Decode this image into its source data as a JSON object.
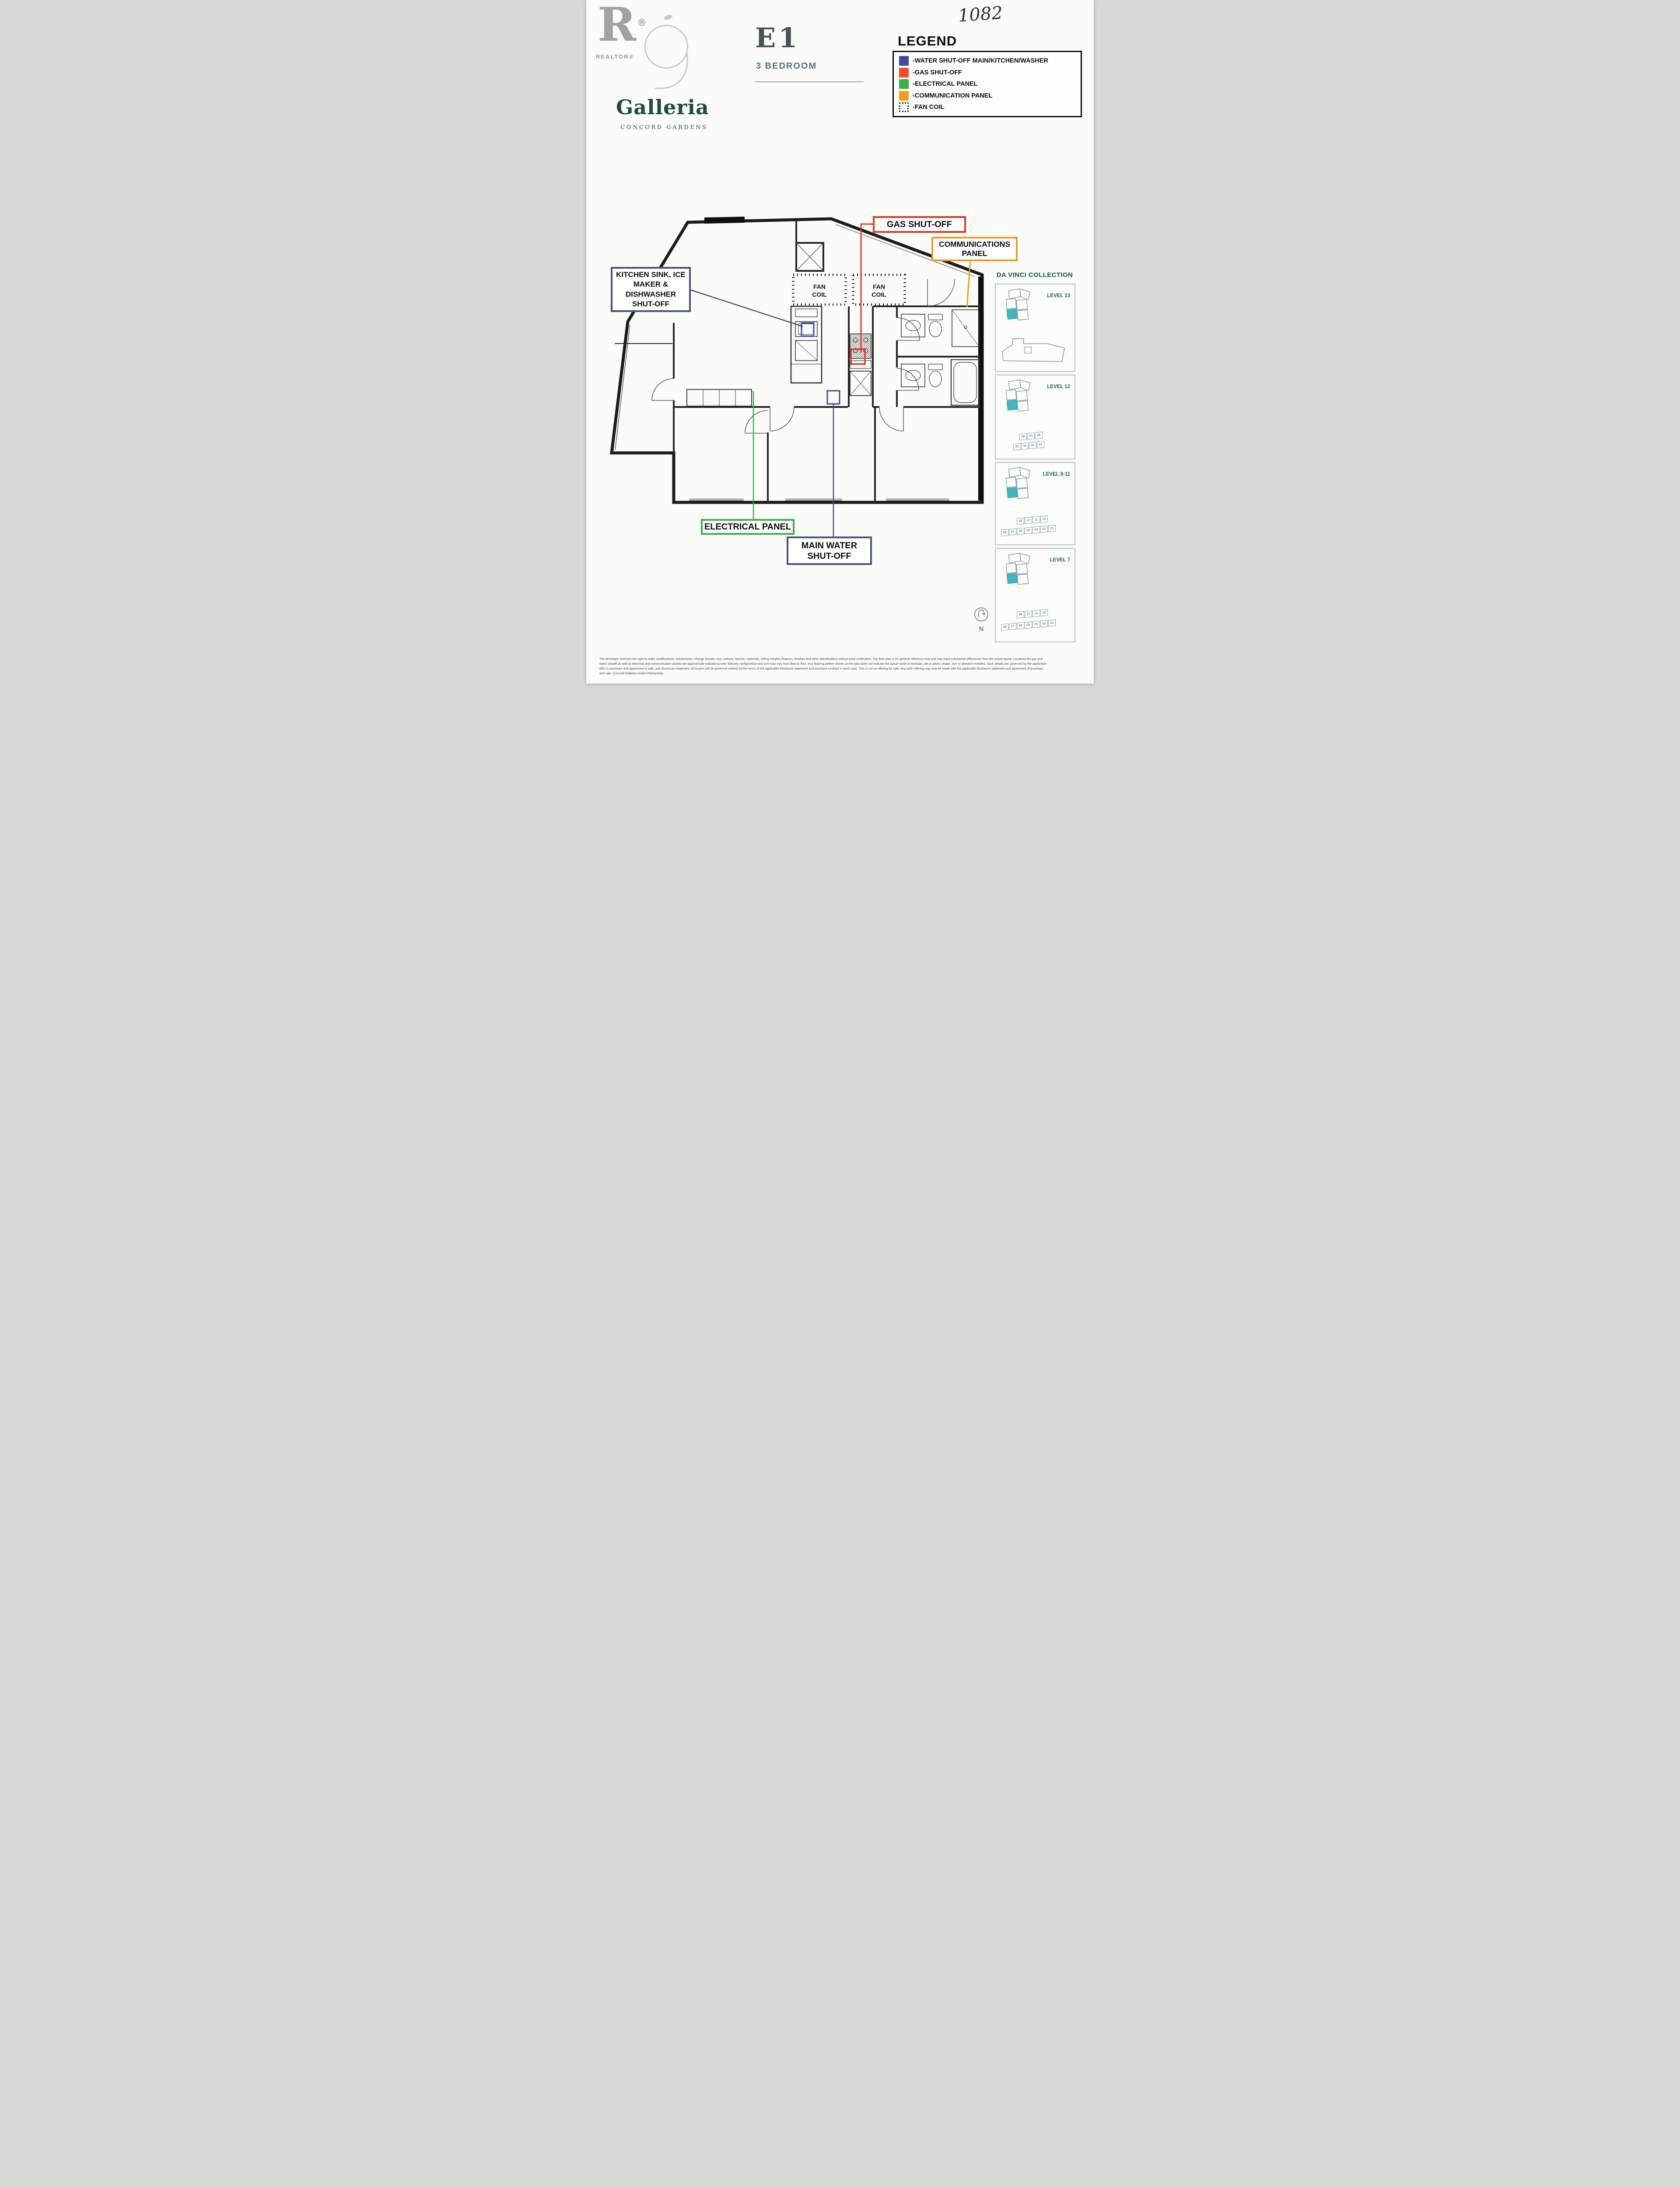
{
  "branding": {
    "realtor_r": "R",
    "realtor_label": "REALTOR®",
    "name": "Galleria",
    "subtitle": "CONCORD GARDENS"
  },
  "unit": {
    "code": "E1",
    "type": "3 BEDROOM",
    "handwritten_number": "1082"
  },
  "legend": {
    "title": "LEGEND",
    "items": [
      {
        "label": "-WATER SHUT-OFF MAIN/KITCHEN/WASHER",
        "color": "#3e4a9e"
      },
      {
        "label": "-GAS SHUT-OFF",
        "color": "#f04b2a"
      },
      {
        "label": "-ELECTRICAL PANEL",
        "color": "#3cae47"
      },
      {
        "label": "-COMMUNICATION PANEL",
        "color": "#f89c1c"
      },
      {
        "label": "-FAN COIL",
        "color": "dotted-outline"
      }
    ]
  },
  "callouts": {
    "gas": "GAS SHUT-OFF",
    "communications": "COMMUNICATIONS PANEL",
    "kitchen": "KITCHEN SINK, ICE MAKER & DISHWASHER SHUT-OFF",
    "electrical": "ELECTRICAL PANEL",
    "main_water": "MAIN WATER SHUT-OFF"
  },
  "plan_labels": {
    "fan_line1": "FAN",
    "fan_line2": "COIL"
  },
  "collection": {
    "title": "DA VINCI COLLECTION",
    "panels": [
      {
        "label": "LEVEL 13",
        "strip_top": [],
        "strip_bottom": []
      },
      {
        "label": "LEVEL 12",
        "strip_top": [
          "06",
          "07",
          "08"
        ],
        "strip_bottom": [
          "05",
          "03",
          "02",
          "01"
        ]
      },
      {
        "label": "LEVEL 8-11",
        "strip_top": [
          "09",
          "10",
          "11",
          "12"
        ],
        "strip_bottom": [
          "08",
          "07",
          "06",
          "05",
          "03",
          "02",
          "01"
        ]
      },
      {
        "label": "LEVEL 7",
        "strip_top": [
          "09",
          "10",
          "11",
          "13"
        ],
        "strip_bottom": [
          "08",
          "07",
          "06",
          "05",
          "03",
          "02",
          "01"
        ]
      }
    ]
  },
  "compass": {
    "label": "N"
  },
  "disclaimer": {
    "lines": [
      "The developer reserves the right to make modifications, substitutions, change brands, size, colours, layouts, materials, ceiling heights, features, finishes and other specifications without prior notification. The floor plan is for general reference only and may have substantial differences from the actual layout. Locations for gas and",
      "water shutoff as well as electrical and communication panels are approximate indications only. Balcony configuration and size may vary from floor to floor. Any flooring pattern shown on the plan does not indicate the actual wood or laminate, tile or paver, shape, size or direction installed. Such details are governed by the applicable",
      "offer to purchase and agreement of sale, and disclosure statement. All buyers will be governed entirely by the terms of the applicable disclosure statement and purchase contract in each case. This is not an offering for sale. Any such offering may only be made with the applicable disclosure statement and agreement of purchase",
      "and sale. Concord Galleria Limited Partnership."
    ]
  }
}
